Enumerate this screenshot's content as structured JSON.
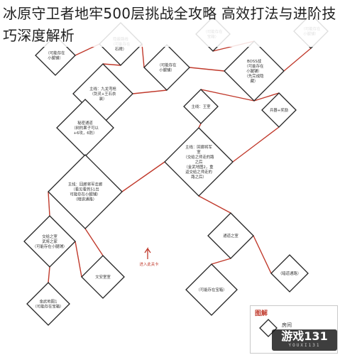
{
  "page": {
    "title": "冰原守卫者地牢500层挑战全攻略 高效打法与进阶技巧深度解析"
  },
  "colors": {
    "path": "#c0392b",
    "room_border": "#222222",
    "text": "#333333"
  },
  "nodes": [
    {
      "id": "n1",
      "lines": [
        "（可能存在",
        "小腿铺）"
      ]
    },
    {
      "id": "n2",
      "lines": [
        "（可能存在",
        "宝箱）"
      ]
    },
    {
      "id": "n3",
      "lines": [
        "（可能存在",
        "小腿铺）"
      ]
    },
    {
      "id": "n4",
      "lines": [
        "隐蔽路线",
        "（可能存在",
        "石碑）"
      ]
    },
    {
      "id": "n5",
      "lines": [
        "主线：九龙弯枪",
        "（剑灵+王石衣",
        "装）"
      ]
    },
    {
      "id": "n6",
      "lines": [
        "（可能存在",
        "小腿铺）"
      ]
    },
    {
      "id": "n7",
      "lines": [
        "BOSS战",
        "（可能存在",
        "小腿铺）",
        "（先完成隐",
        "藏）"
      ]
    },
    {
      "id": "n8",
      "lines": [
        "秘密通道",
        "（树的果子可以",
        "+6攻，6防）"
      ]
    },
    {
      "id": "n9",
      "lines": [
        "主线：王室"
      ]
    },
    {
      "id": "n10",
      "lines": [
        "兵器+奖励"
      ]
    },
    {
      "id": "n11",
      "lines": [
        "主线：回廊将军",
        "室",
        "（交给之师走的路",
        "之后",
        "（金武地图2，重",
        "返交给之师走的",
        "路之后）"
      ]
    },
    {
      "id": "n12",
      "lines": [
        "主线：回廊将军走廊",
        "（看见看到51出",
        "可能存在小腿铺）",
        "（暗道通路）"
      ]
    },
    {
      "id": "n13",
      "lines": [
        "交给之室",
        "武将之家",
        "（可能存在小腿铺）"
      ]
    },
    {
      "id": "n14",
      "lines": [
        "通道之室"
      ]
    },
    {
      "id": "n15",
      "lines": [
        "文安室室"
      ]
    },
    {
      "id": "n16",
      "lines": [
        "（暗道通路）"
      ]
    },
    {
      "id": "n17",
      "lines": [
        "金武地图1",
        "（可能存在宝箱）"
      ]
    },
    {
      "id": "n18",
      "lines": [
        "（可能存在宝箱）"
      ]
    }
  ],
  "annotations": {
    "entry": "进入此关卡"
  },
  "legend": {
    "title": "图解",
    "room_label": "房间"
  },
  "watermark": {
    "main": "游戏131",
    "sub": "YOUXI131"
  }
}
